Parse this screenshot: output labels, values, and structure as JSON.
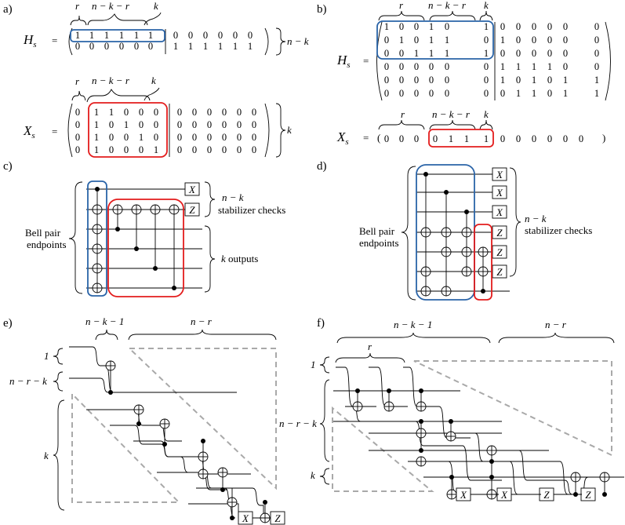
{
  "panels": {
    "a": "a)",
    "b": "b)",
    "c": "c)",
    "d": "d)",
    "e": "e)",
    "f": "f)"
  },
  "symbols": {
    "Hs": "H",
    "Xs": "X",
    "sub": "s",
    "eq": "=",
    "r": "r",
    "nkr": "n − k − r",
    "k": "k",
    "nmk": "n − k",
    "nk1": "n − k − 1",
    "nr": "n − r",
    "nrk": "n − r − k",
    "one": "1",
    "gateX": "X",
    "gateZ": "Z"
  },
  "text": {
    "bell1": "Bell pair",
    "bell2": "endpoints",
    "stab": "stabilizer checks",
    "koutputs": "k outputs"
  },
  "matrices": {
    "a_H": [
      [
        "1",
        "1",
        "1",
        "1",
        "1",
        "1",
        "0",
        "0",
        "0",
        "0",
        "0",
        "0"
      ],
      [
        "0",
        "0",
        "0",
        "0",
        "0",
        "0",
        "1",
        "1",
        "1",
        "1",
        "1",
        "1"
      ]
    ],
    "a_X": [
      [
        "0",
        "1",
        "1",
        "0",
        "0",
        "0",
        "0",
        "0",
        "0",
        "0",
        "0",
        "0"
      ],
      [
        "0",
        "1",
        "0",
        "1",
        "0",
        "0",
        "0",
        "0",
        "0",
        "0",
        "0",
        "0"
      ],
      [
        "0",
        "1",
        "0",
        "0",
        "1",
        "0",
        "0",
        "0",
        "0",
        "0",
        "0",
        "0"
      ],
      [
        "0",
        "1",
        "0",
        "0",
        "0",
        "1",
        "0",
        "0",
        "0",
        "0",
        "0",
        "0"
      ]
    ],
    "b_H": [
      [
        "1",
        "0",
        "0",
        "1",
        "0",
        "1",
        "0",
        "0",
        "0",
        "0",
        "0",
        "0"
      ],
      [
        "0",
        "1",
        "0",
        "1",
        "1",
        "0",
        "1",
        "0",
        "0",
        "0",
        "0",
        "0"
      ],
      [
        "0",
        "0",
        "1",
        "1",
        "1",
        "1",
        "0",
        "0",
        "0",
        "0",
        "0",
        "0"
      ],
      [
        "0",
        "0",
        "0",
        "0",
        "0",
        "0",
        "1",
        "1",
        "1",
        "1",
        "0",
        "0"
      ],
      [
        "0",
        "0",
        "0",
        "0",
        "0",
        "0",
        "1",
        "0",
        "1",
        "0",
        "1",
        "1"
      ],
      [
        "0",
        "0",
        "0",
        "0",
        "0",
        "0",
        "0",
        "1",
        "1",
        "0",
        "1",
        "1"
      ]
    ],
    "b_X": [
      "0",
      "0",
      "0",
      "0",
      "1",
      "1",
      "1",
      "0",
      "0",
      "0",
      "0",
      "0",
      "0"
    ],
    "b_H_colors": {
      "c1": "0",
      "c2": "0",
      "c3": "0",
      "c4": "0",
      "c5": "0",
      "c6": "0"
    }
  },
  "colors": {
    "blue": "#2a64a8",
    "red": "#e31c1c",
    "dashed": "#a9a9a9"
  }
}
